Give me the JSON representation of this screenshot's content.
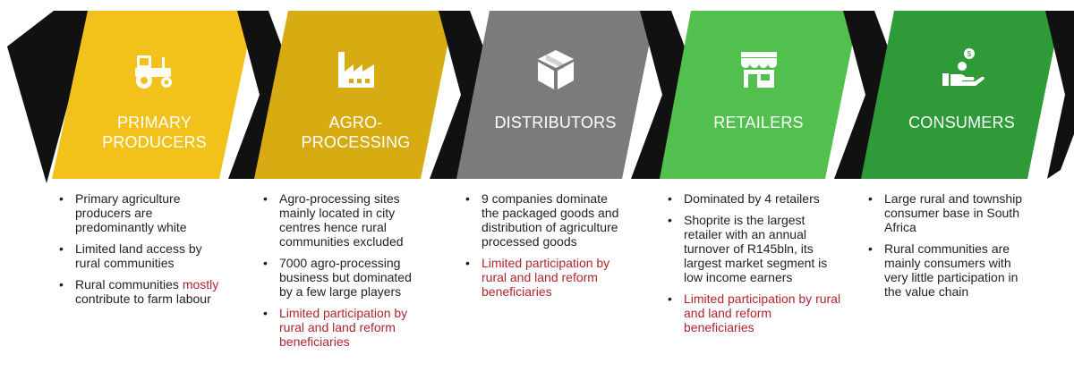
{
  "colors": {
    "black": "#111111",
    "primary": "#f3c21a",
    "agro": "#d7ab12",
    "distributors": "#7b7b7b",
    "retailers": "#52c04f",
    "consumers": "#2e9a38",
    "highlight_text": "#b0252d"
  },
  "stages": [
    {
      "key": "primary",
      "title": "PRIMARY\nPRODUCERS",
      "icon": "tractor-icon",
      "bullets": [
        {
          "text": "Primary agriculture producers are predominantly white",
          "highlight": false
        },
        {
          "text": "Limited land access by rural communities",
          "highlight": false
        },
        {
          "pre": "Rural communities ",
          "em": "mostly",
          "post": " contribute to farm labour",
          "highlight": false
        }
      ]
    },
    {
      "key": "agro",
      "title": "AGRO-\nPROCESSING",
      "icon": "factory-icon",
      "bullets": [
        {
          "text": "Agro-processing sites mainly located in city centres hence rural communities excluded",
          "highlight": false
        },
        {
          "text": "7000 agro-processing business  but dominated by a few large players",
          "highlight": false
        },
        {
          "text": "Limited participation by rural and land reform beneficiaries",
          "highlight": true
        }
      ]
    },
    {
      "key": "distributors",
      "title": "DISTRIBUTORS",
      "icon": "box-icon",
      "bullets": [
        {
          "text": "9 companies dominate the packaged goods and distribution of agriculture processed goods",
          "highlight": false
        },
        {
          "text": "Limited participation by rural and land reform beneficiaries",
          "highlight": true
        }
      ]
    },
    {
      "key": "retailers",
      "title": "RETAILERS",
      "icon": "store-icon",
      "bullets": [
        {
          "text": "Dominated by 4 retailers",
          "highlight": false
        },
        {
          "text": "Shoprite is the largest retailer with an annual turnover of R145bln, its largest market segment is low income earners",
          "highlight": false
        },
        {
          "text": "Limited participation by rural and land reform beneficiaries",
          "highlight": true
        }
      ]
    },
    {
      "key": "consumers",
      "title": "CONSUMERS",
      "icon": "hand-coins-icon",
      "bullets": [
        {
          "text": "Large rural and township consumer base in South Africa",
          "highlight": false
        },
        {
          "text": "Rural communities are mainly consumers with very little participation in the value chain",
          "highlight": false
        }
      ]
    }
  ]
}
